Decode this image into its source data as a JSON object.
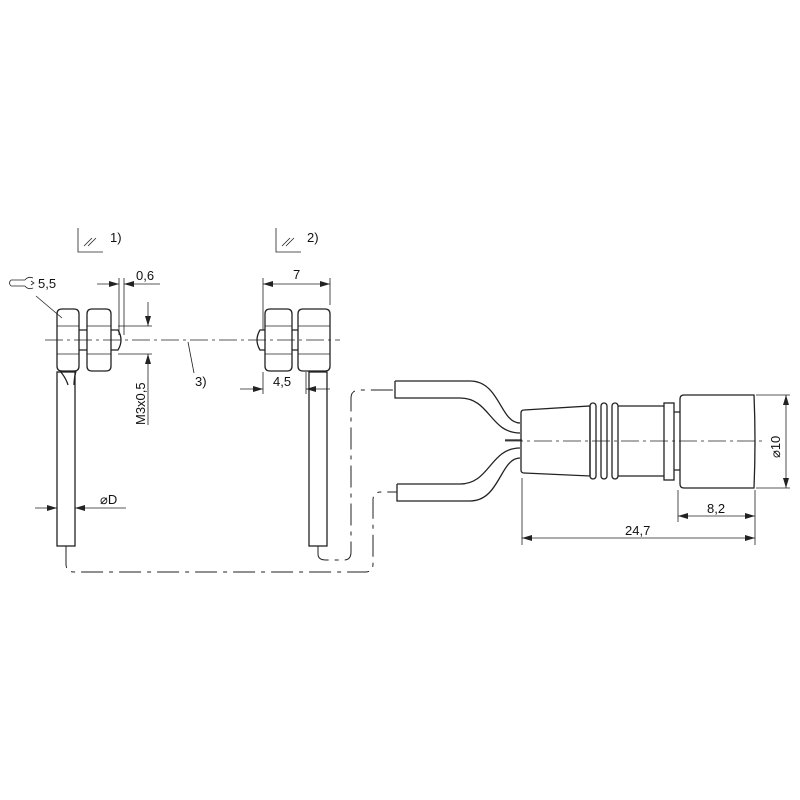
{
  "notes": {
    "note1": "1)",
    "note2": "2)",
    "note3": "3)"
  },
  "dimensions": {
    "wrench_size": "5,5",
    "gap": "0,6",
    "thread": "M3x0,5",
    "cable_diameter": "D",
    "sensor2_length": "7",
    "sensor2_thread": "4,5",
    "connector_diameter": "10",
    "connector_nut_length": "8,2",
    "connector_length": "24,7"
  },
  "symbols": {
    "diameter": "⌀",
    "flatness": "//"
  }
}
